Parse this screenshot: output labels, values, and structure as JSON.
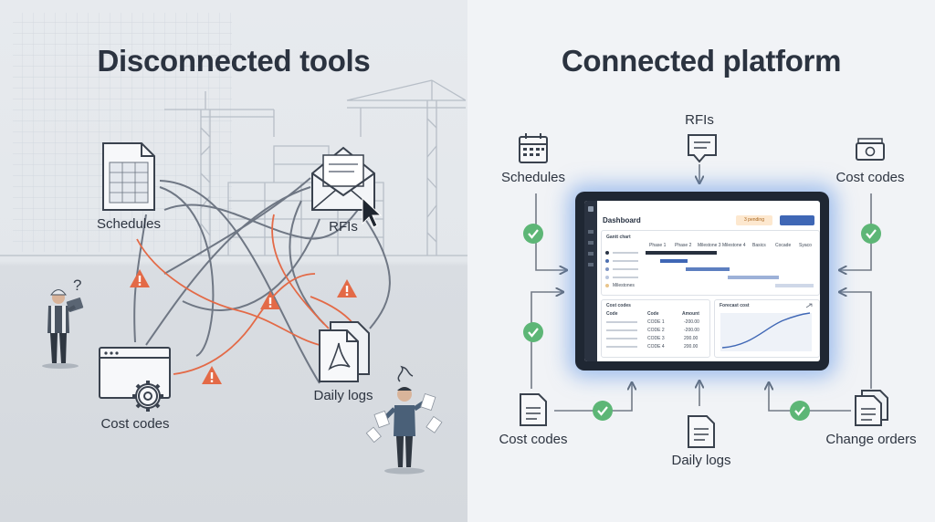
{
  "left": {
    "title": "Disconnected tools",
    "labels": {
      "schedules": "Schedules",
      "rfis": "RFIs",
      "cost_codes": "Cost codes",
      "daily_logs": "Daily logs"
    },
    "question_mark": "?"
  },
  "right": {
    "title": "Connected platform",
    "labels": {
      "rfis": "RFIs",
      "schedules": "Schedules",
      "cost_codes_top": "Cost codes",
      "cost_codes_bottom": "Cost codes",
      "daily_logs": "Daily logs",
      "change_orders": "Change orders"
    },
    "dashboard": {
      "title": "Dashboard",
      "pending": "3 pending",
      "gantt": {
        "title": "Gantt chart",
        "columns": [
          "Phase 1",
          "Phase 2",
          "Milestone 3",
          "Milestone 4",
          "Basics",
          "Cocade",
          "Syaco"
        ],
        "last_row_label": "Milestones"
      },
      "cost_table": {
        "title": "Cost codes",
        "headers": [
          "Code",
          "Code",
          "Amount"
        ],
        "rows": [
          [
            "CODE 1",
            "-200.00"
          ],
          [
            "CODE 2",
            "-200.00"
          ],
          [
            "CODE 3",
            "200.00"
          ],
          [
            "CODE 4",
            "200.00"
          ]
        ]
      },
      "forecast_title": "Forecast cost"
    }
  },
  "colors": {
    "warning": "#e36a47",
    "check": "#5db676",
    "accent": "#3f67b5",
    "glow": "#6096e6"
  }
}
